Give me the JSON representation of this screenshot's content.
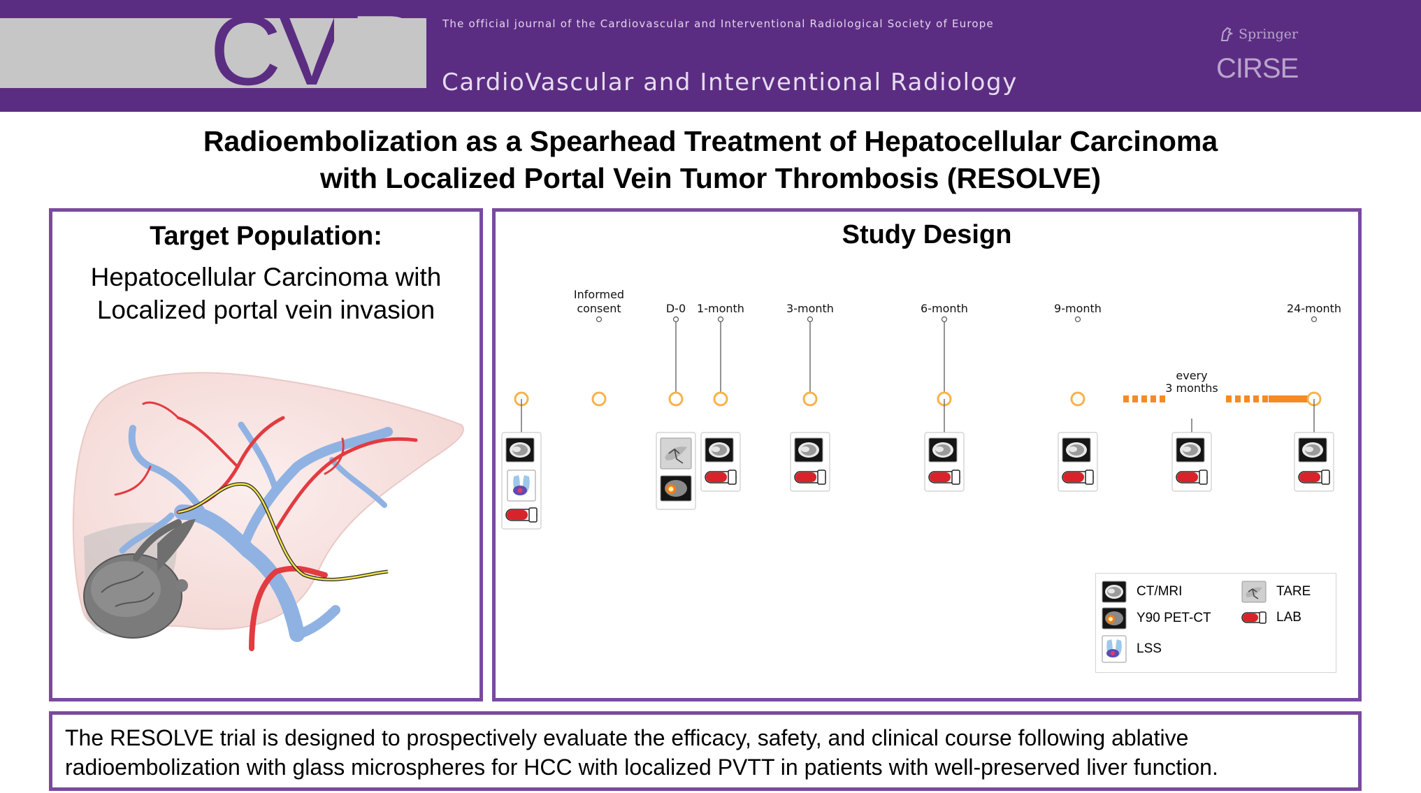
{
  "header": {
    "official_line": "The official journal of the  Cardiovascular and Interventional Radiological Society of Europe",
    "journal_name": "CardioVascular and Interventional Radiology",
    "logo_letters": {
      "c": "C",
      "v": "V",
      "r": "R"
    },
    "springer": "Springer",
    "cirse": "CIRSE",
    "colors": {
      "purple": "#5b2d82",
      "grey": "#c6c6c6"
    }
  },
  "title": {
    "line1": "Radioembolization as a Spearhead Treatment of Hepatocellular Carcinoma",
    "line2": "with Localized Portal Vein Tumor Thrombosis (RESOLVE)"
  },
  "target_population": {
    "heading": "Target Population:",
    "line1": "Hepatocellular Carcinoma with",
    "line2": "Localized portal vein invasion",
    "illustration": "liver-with-tumor-and-catheter"
  },
  "study_design": {
    "heading": "Study Design",
    "timeline_color": "#f5a35c",
    "milestones": [
      {
        "label_lines": [],
        "icons": [
          "ct-mri-icon",
          "lss-icon",
          "lab-icon"
        ]
      },
      {
        "label_lines": [
          "Informed",
          "consent"
        ],
        "icons": []
      },
      {
        "label_lines": [
          "D-0"
        ],
        "icons": [
          "tare-icon",
          "y90-pet-ct-icon"
        ]
      },
      {
        "label_lines": [
          "1-month"
        ],
        "icons": [
          "ct-mri-icon",
          "lab-icon"
        ]
      },
      {
        "label_lines": [
          "3-month"
        ],
        "icons": [
          "ct-mri-icon",
          "lab-icon"
        ]
      },
      {
        "label_lines": [
          "6-month"
        ],
        "icons": [
          "ct-mri-icon",
          "lab-icon"
        ]
      },
      {
        "label_lines": [
          "9-month"
        ],
        "icons": [
          "ct-mri-icon",
          "lab-icon"
        ]
      },
      {
        "label_lines": [
          "every",
          "3 months"
        ],
        "icons": [
          "ct-mri-icon",
          "lab-icon"
        ]
      },
      {
        "label_lines": [
          "24-month"
        ],
        "icons": [
          "ct-mri-icon",
          "lab-icon"
        ]
      }
    ],
    "legend": {
      "ct_mri": "CT/MRI",
      "y90": "Y90 PET-CT",
      "lss": "LSS",
      "tare": "TARE",
      "lab": "LAB"
    }
  },
  "summary": {
    "line1": "The RESOLVE trial is designed to prospectively evaluate the efficacy, safety, and clinical course following ablative",
    "line2": "radioembolization with glass microspheres for HCC with localized PVTT in patients with well-preserved liver function."
  }
}
